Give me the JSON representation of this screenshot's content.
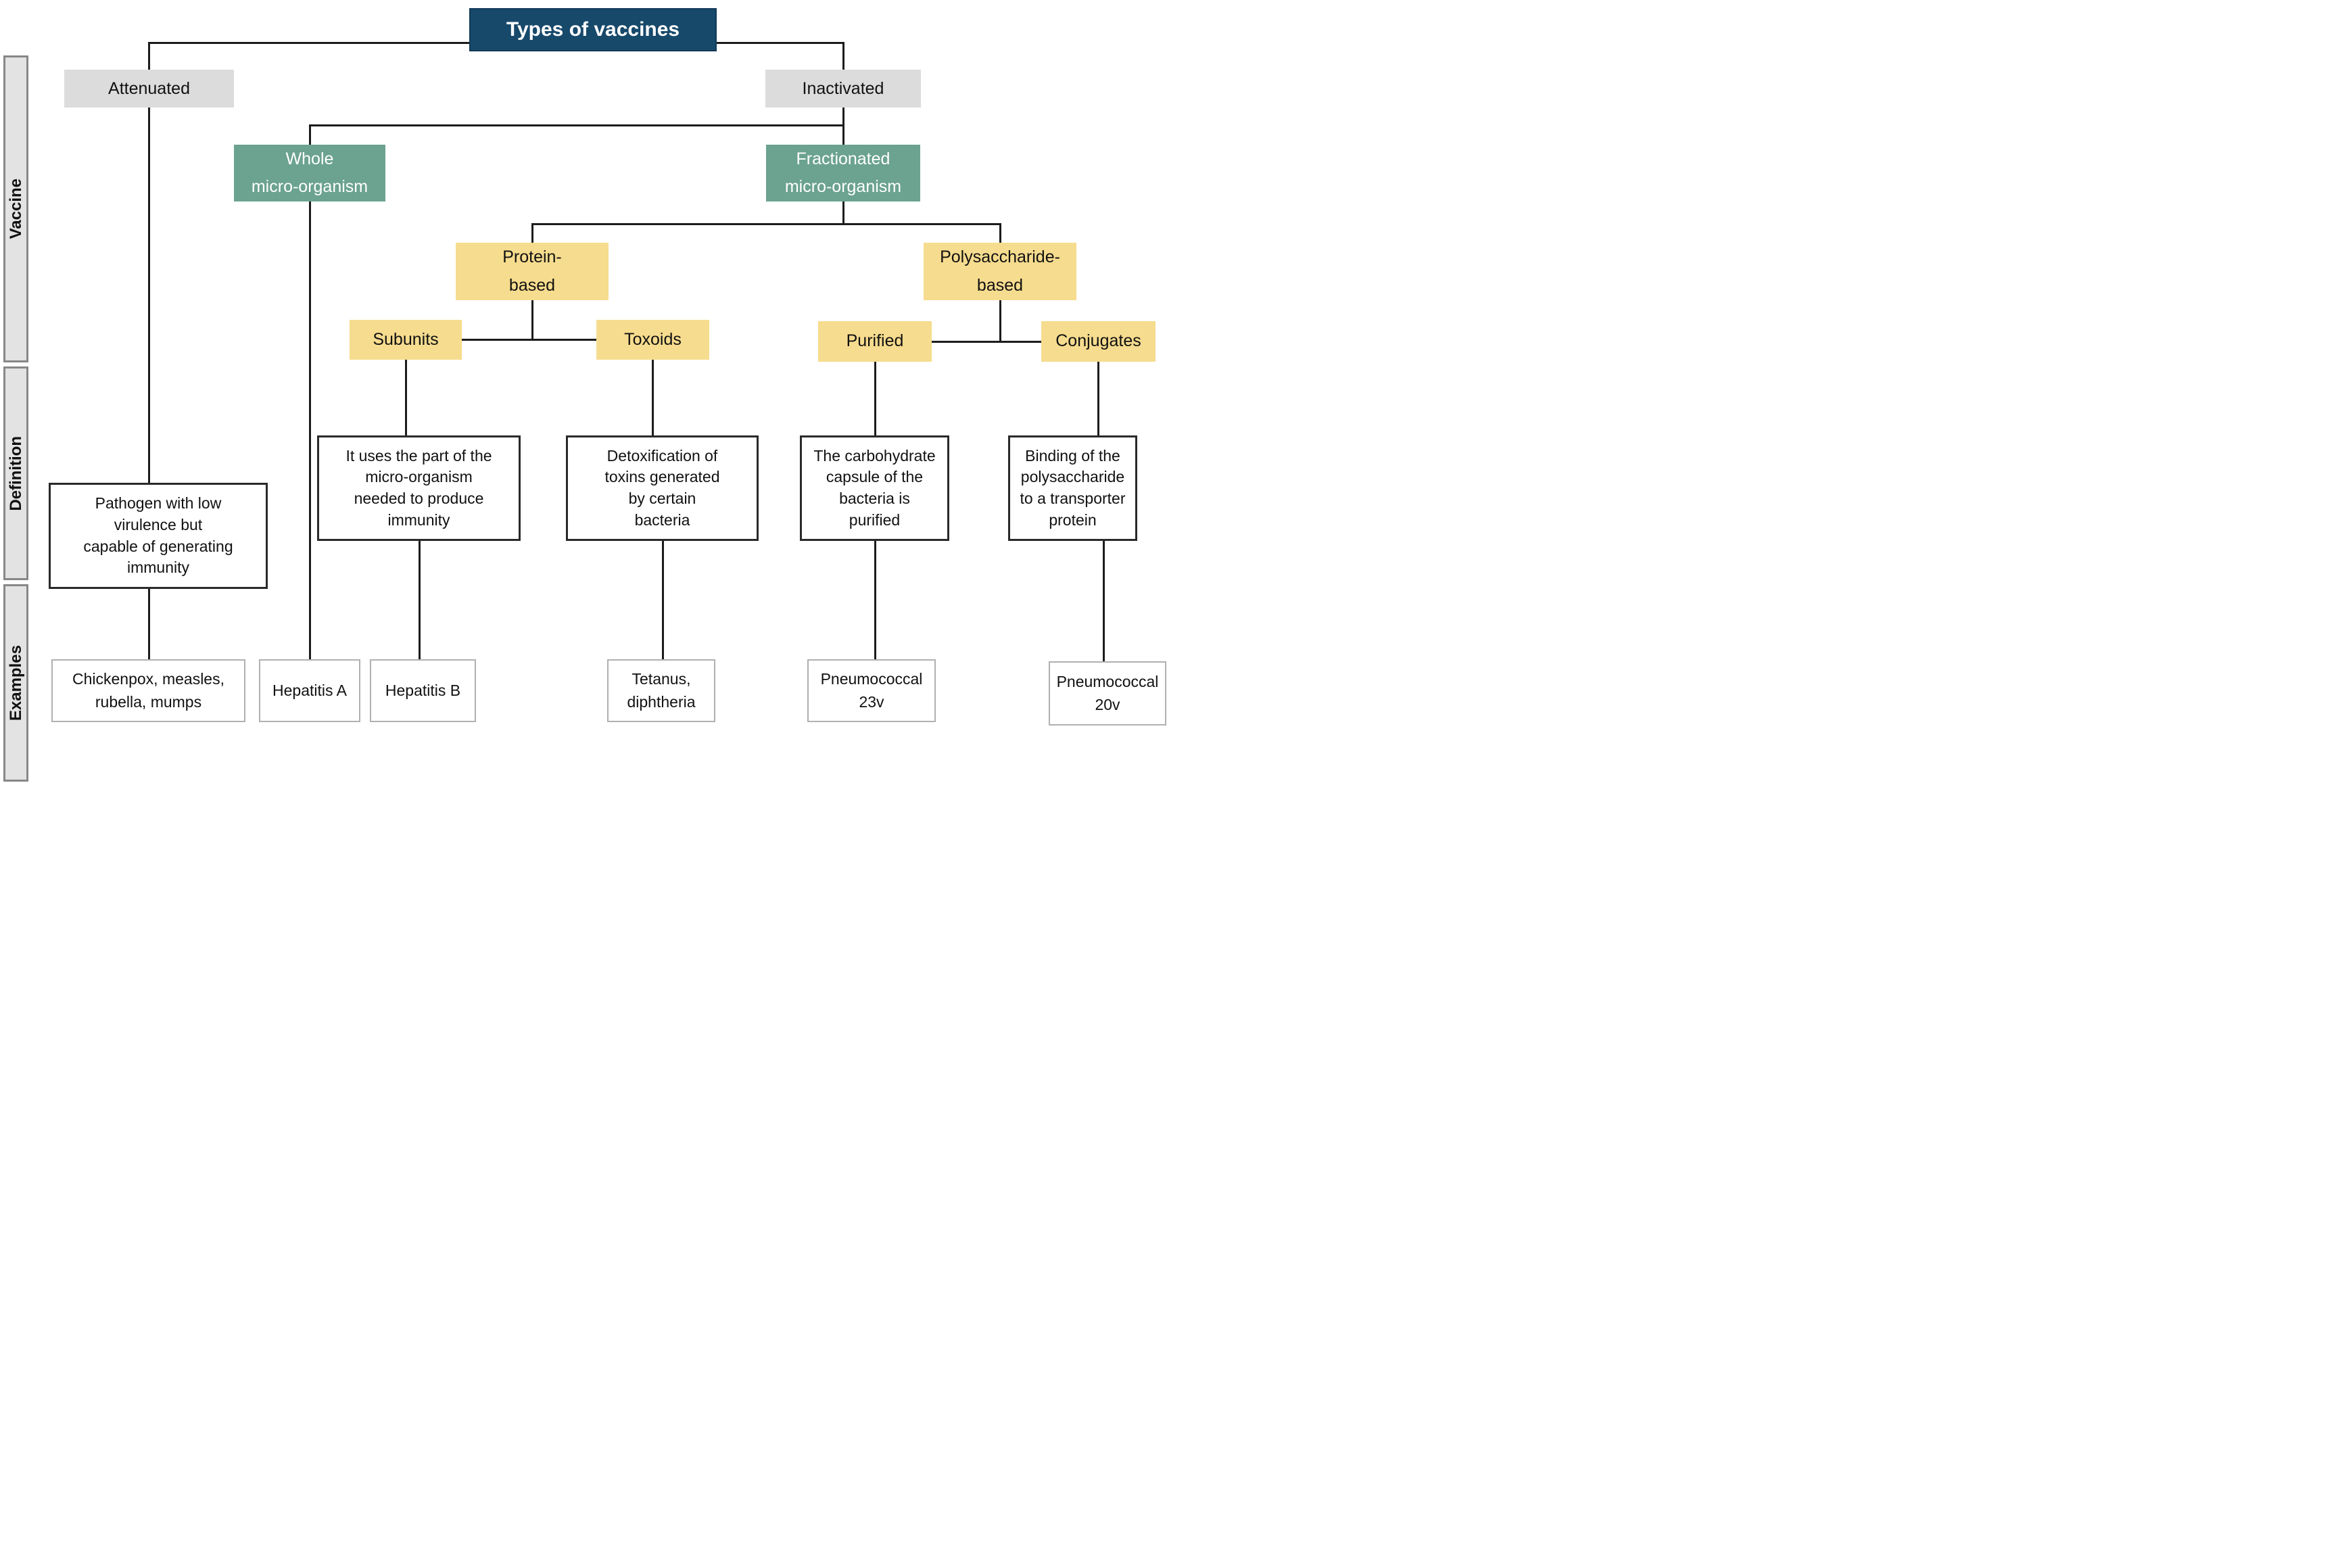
{
  "title": "Types of vaccines",
  "sidebar": {
    "vaccine": "Vaccine",
    "definition": "Definition",
    "examples": "Examples"
  },
  "categories": {
    "attenuated": "Attenuated",
    "inactivated": "Inactivated",
    "whole": "Whole\nmicro-organism",
    "fractionated": "Fractionated\nmicro-organism",
    "protein": "Protein-\nbased",
    "polysaccharide": "Polysaccharide-\nbased",
    "subunits": "Subunits",
    "toxoids": "Toxoids",
    "purified": "Purified",
    "conjugates": "Conjugates"
  },
  "definitions": {
    "attenuated": "Pathogen with low\nvirulence but\ncapable of generating\nimmunity",
    "subunits": "It uses the part of the\nmicro-organism\nneeded to produce\nimmunity",
    "toxoids": "Detoxification of\ntoxins generated\nby certain\nbacteria",
    "purified": "The carbohydrate\ncapsule of the\nbacteria is\npurified",
    "conjugates": "Binding of the\npolysaccharide\nto a transporter\nprotein"
  },
  "examples": {
    "attenuated": "Chickenpox, measles,\nrubella, mumps",
    "whole": "Hepatitis A",
    "subunits": "Hepatitis B",
    "toxoids": "Tetanus,\ndiphtheria",
    "purified": "Pneumococcal\n23v",
    "conjugates": "Pneumococcal\n20v"
  },
  "colors": {
    "title_navy": "#17496b",
    "category_gray": "#dcdcdc",
    "organism_green": "#6ba290",
    "subtype_yellow": "#f6dc8e",
    "sidebar_gray": "#e3e3e3",
    "line_black": "#1c1c1c"
  }
}
